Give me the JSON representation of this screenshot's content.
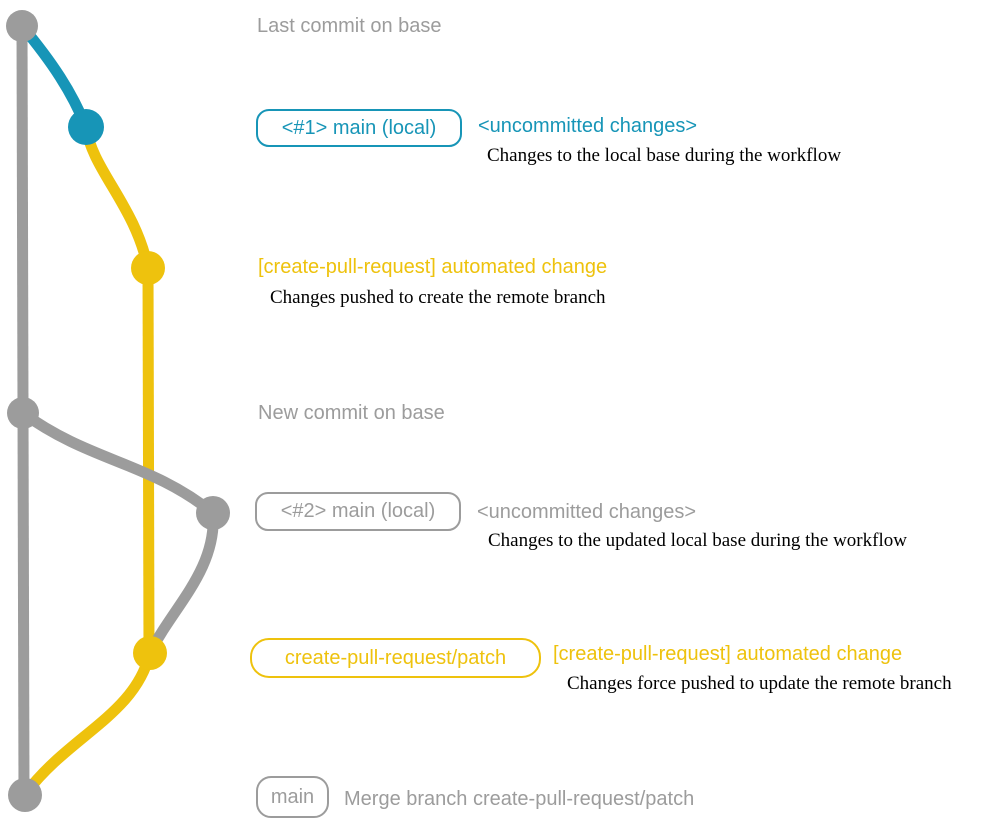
{
  "colors": {
    "blue": "#1795b7",
    "yellow": "#eec20d",
    "gray": "#9c9c9c",
    "description_text": "#000000",
    "background": "#ffffff"
  },
  "rows": [
    {
      "label": "Last commit on base"
    },
    {
      "badge": "<#1> main (local)",
      "title": "<uncommitted changes>",
      "description": "Changes to the local base during the workflow"
    },
    {
      "title": "[create-pull-request] automated change",
      "description": "Changes pushed to create the remote branch"
    },
    {
      "label": "New commit on base"
    },
    {
      "badge": "<#2> main (local)",
      "title": "<uncommitted changes>",
      "description": "Changes to the updated local base during the workflow"
    },
    {
      "badge": "create-pull-request/patch",
      "title": "[create-pull-request] automated change",
      "description": "Changes force pushed to update the remote branch"
    },
    {
      "badge": "main",
      "label": "Merge branch create-pull-request/patch"
    }
  ]
}
